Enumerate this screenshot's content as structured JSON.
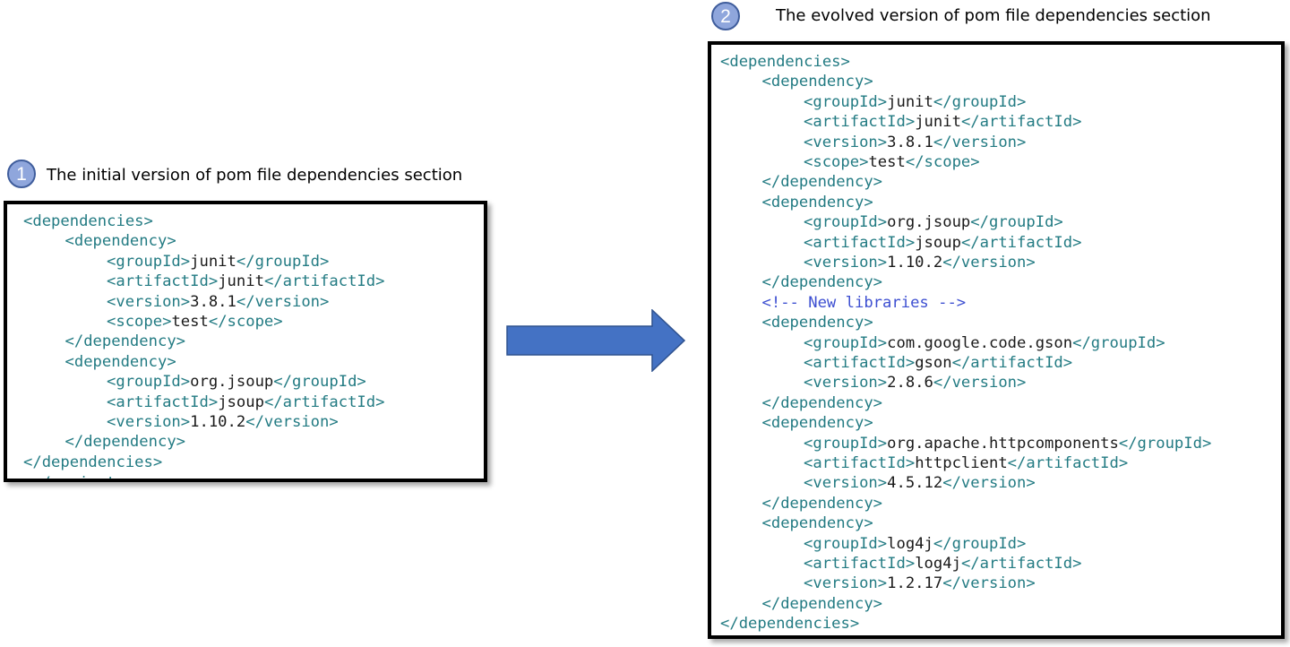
{
  "left_panel": {
    "badge": "1",
    "caption": "The initial version of pom file dependencies section",
    "cut_text": "</project>",
    "lines": [
      {
        "indent": 0,
        "parts": [
          {
            "t": "tag",
            "v": "<dependencies>"
          }
        ]
      },
      {
        "indent": 1,
        "parts": [
          {
            "t": "tag",
            "v": "<dependency>"
          }
        ]
      },
      {
        "indent": 2,
        "parts": [
          {
            "t": "tag",
            "v": "<groupId>"
          },
          {
            "t": "val",
            "v": "junit"
          },
          {
            "t": "tag",
            "v": "</groupId>"
          }
        ]
      },
      {
        "indent": 2,
        "parts": [
          {
            "t": "tag",
            "v": "<artifactId>"
          },
          {
            "t": "val",
            "v": "junit"
          },
          {
            "t": "tag",
            "v": "</artifactId>"
          }
        ]
      },
      {
        "indent": 2,
        "parts": [
          {
            "t": "tag",
            "v": "<version>"
          },
          {
            "t": "val",
            "v": "3.8.1"
          },
          {
            "t": "tag",
            "v": "</version>"
          }
        ]
      },
      {
        "indent": 2,
        "parts": [
          {
            "t": "tag",
            "v": "<scope>"
          },
          {
            "t": "val",
            "v": "test"
          },
          {
            "t": "tag",
            "v": "</scope>"
          }
        ]
      },
      {
        "indent": 1,
        "parts": [
          {
            "t": "tag",
            "v": "</dependency>"
          }
        ]
      },
      {
        "indent": 1,
        "parts": [
          {
            "t": "tag",
            "v": "<dependency>"
          }
        ]
      },
      {
        "indent": 2,
        "parts": [
          {
            "t": "tag",
            "v": "<groupId>"
          },
          {
            "t": "val",
            "v": "org.jsoup"
          },
          {
            "t": "tag",
            "v": "</groupId>"
          }
        ]
      },
      {
        "indent": 2,
        "parts": [
          {
            "t": "tag",
            "v": "<artifactId>"
          },
          {
            "t": "val",
            "v": "jsoup"
          },
          {
            "t": "tag",
            "v": "</artifactId>"
          }
        ]
      },
      {
        "indent": 2,
        "parts": [
          {
            "t": "tag",
            "v": "<version>"
          },
          {
            "t": "val",
            "v": "1.10.2"
          },
          {
            "t": "tag",
            "v": "</version>"
          }
        ]
      },
      {
        "indent": 1,
        "parts": [
          {
            "t": "tag",
            "v": "</dependency>"
          }
        ]
      },
      {
        "indent": 0,
        "parts": [
          {
            "t": "tag",
            "v": "</dependencies>"
          }
        ]
      }
    ]
  },
  "right_panel": {
    "badge": "2",
    "caption": "The evolved version of pom file dependencies section",
    "lines": [
      {
        "indent": 0,
        "parts": [
          {
            "t": "tag",
            "v": "<dependencies>"
          }
        ]
      },
      {
        "indent": 1,
        "parts": [
          {
            "t": "tag",
            "v": "<dependency>"
          }
        ]
      },
      {
        "indent": 2,
        "parts": [
          {
            "t": "tag",
            "v": "<groupId>"
          },
          {
            "t": "val",
            "v": "junit"
          },
          {
            "t": "tag",
            "v": "</groupId>"
          }
        ]
      },
      {
        "indent": 2,
        "parts": [
          {
            "t": "tag",
            "v": "<artifactId>"
          },
          {
            "t": "val",
            "v": "junit"
          },
          {
            "t": "tag",
            "v": "</artifactId>"
          }
        ]
      },
      {
        "indent": 2,
        "parts": [
          {
            "t": "tag",
            "v": "<version>"
          },
          {
            "t": "val",
            "v": "3.8.1"
          },
          {
            "t": "tag",
            "v": "</version>"
          }
        ]
      },
      {
        "indent": 2,
        "parts": [
          {
            "t": "tag",
            "v": "<scope>"
          },
          {
            "t": "val",
            "v": "test"
          },
          {
            "t": "tag",
            "v": "</scope>"
          }
        ]
      },
      {
        "indent": 1,
        "parts": [
          {
            "t": "tag",
            "v": "</dependency>"
          }
        ]
      },
      {
        "indent": 1,
        "parts": [
          {
            "t": "tag",
            "v": "<dependency>"
          }
        ]
      },
      {
        "indent": 2,
        "parts": [
          {
            "t": "tag",
            "v": "<groupId>"
          },
          {
            "t": "val",
            "v": "org.jsoup"
          },
          {
            "t": "tag",
            "v": "</groupId>"
          }
        ]
      },
      {
        "indent": 2,
        "parts": [
          {
            "t": "tag",
            "v": "<artifactId>"
          },
          {
            "t": "val",
            "v": "jsoup"
          },
          {
            "t": "tag",
            "v": "</artifactId>"
          }
        ]
      },
      {
        "indent": 2,
        "parts": [
          {
            "t": "tag",
            "v": "<version>"
          },
          {
            "t": "val",
            "v": "1.10.2"
          },
          {
            "t": "tag",
            "v": "</version>"
          }
        ]
      },
      {
        "indent": 1,
        "parts": [
          {
            "t": "tag",
            "v": "</dependency>"
          }
        ]
      },
      {
        "indent": 1,
        "parts": [
          {
            "t": "comment",
            "v": "<!-- New libraries -->"
          }
        ]
      },
      {
        "indent": 1,
        "parts": [
          {
            "t": "tag",
            "v": "<dependency>"
          }
        ]
      },
      {
        "indent": 2,
        "parts": [
          {
            "t": "tag",
            "v": "<groupId>"
          },
          {
            "t": "val",
            "v": "com.google.code.gson"
          },
          {
            "t": "tag",
            "v": "</groupId>"
          }
        ]
      },
      {
        "indent": 2,
        "parts": [
          {
            "t": "tag",
            "v": "<artifactId>"
          },
          {
            "t": "val",
            "v": "gson"
          },
          {
            "t": "tag",
            "v": "</artifactId>"
          }
        ]
      },
      {
        "indent": 2,
        "parts": [
          {
            "t": "tag",
            "v": "<version>"
          },
          {
            "t": "val",
            "v": "2.8.6"
          },
          {
            "t": "tag",
            "v": "</version>"
          }
        ]
      },
      {
        "indent": 1,
        "parts": [
          {
            "t": "tag",
            "v": "</dependency>"
          }
        ]
      },
      {
        "indent": 1,
        "parts": [
          {
            "t": "tag",
            "v": "<dependency>"
          }
        ]
      },
      {
        "indent": 2,
        "parts": [
          {
            "t": "tag",
            "v": "<groupId>"
          },
          {
            "t": "val",
            "v": "org.apache.httpcomponents"
          },
          {
            "t": "tag",
            "v": "</groupId>"
          }
        ]
      },
      {
        "indent": 2,
        "parts": [
          {
            "t": "tag",
            "v": "<artifactId>"
          },
          {
            "t": "val",
            "v": "httpclient"
          },
          {
            "t": "tag",
            "v": "</artifactId>"
          }
        ]
      },
      {
        "indent": 2,
        "parts": [
          {
            "t": "tag",
            "v": "<version>"
          },
          {
            "t": "val",
            "v": "4.5.12"
          },
          {
            "t": "tag",
            "v": "</version>"
          }
        ]
      },
      {
        "indent": 1,
        "parts": [
          {
            "t": "tag",
            "v": "</dependency>"
          }
        ]
      },
      {
        "indent": 1,
        "parts": [
          {
            "t": "tag",
            "v": "<dependency>"
          }
        ]
      },
      {
        "indent": 2,
        "parts": [
          {
            "t": "tag",
            "v": "<groupId>"
          },
          {
            "t": "val",
            "v": "log4j"
          },
          {
            "t": "tag",
            "v": "</groupId>"
          }
        ]
      },
      {
        "indent": 2,
        "parts": [
          {
            "t": "tag",
            "v": "<artifactId>"
          },
          {
            "t": "val",
            "v": "log4j"
          },
          {
            "t": "tag",
            "v": "</artifactId>"
          }
        ]
      },
      {
        "indent": 2,
        "parts": [
          {
            "t": "tag",
            "v": "<version>"
          },
          {
            "t": "val",
            "v": "1.2.17"
          },
          {
            "t": "tag",
            "v": "</version>"
          }
        ]
      },
      {
        "indent": 1,
        "parts": [
          {
            "t": "tag",
            "v": "</dependency>"
          }
        ]
      },
      {
        "indent": 0,
        "parts": [
          {
            "t": "tag",
            "v": "</dependencies>"
          }
        ]
      }
    ]
  },
  "arrow": {
    "icon": "right-arrow-icon",
    "color": "#4472c4",
    "stroke": "#2f528f"
  },
  "colors": {
    "tag": "#237b83",
    "value": "#1a1a1a",
    "comment": "#3d4fd1",
    "badge": "#8fa6dc"
  }
}
